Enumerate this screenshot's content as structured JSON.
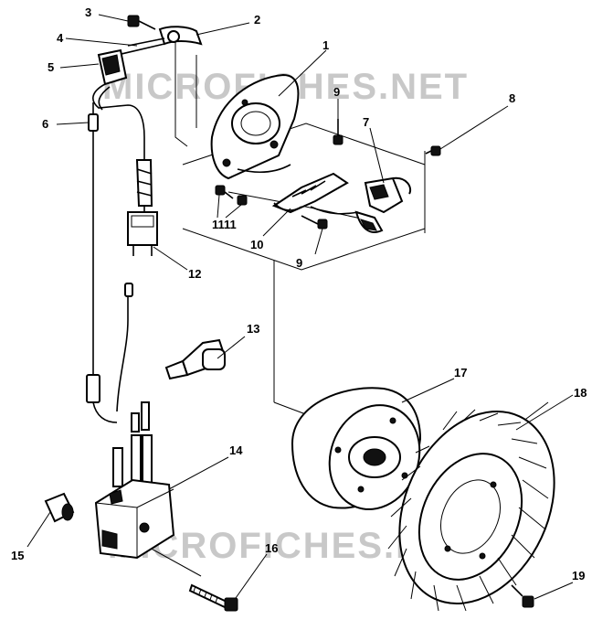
{
  "watermark": "MICROFICHES.NET",
  "callouts": [
    "1",
    "2",
    "3",
    "4",
    "5",
    "6",
    "7",
    "8",
    "9",
    "9",
    "10",
    "11",
    "11",
    "12",
    "13",
    "14",
    "15",
    "16",
    "17",
    "18",
    "19"
  ],
  "colors": {
    "ink": "#000000",
    "watermark": "#c8c8c8",
    "background": "#ffffff"
  }
}
